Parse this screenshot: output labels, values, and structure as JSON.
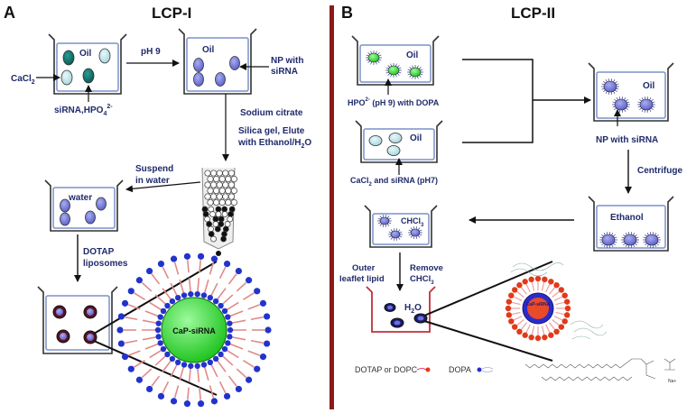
{
  "panels": {
    "left": {
      "letter": "A",
      "title": "LCP-I",
      "labels": {
        "oil_1": "Oil",
        "cacl2": "CaCl",
        "cacl2_sub": "2",
        "sirna_hpo4": "siRNA,HPO",
        "sirna_hpo4_sub": "4",
        "sirna_hpo4_sup": "2-",
        "ph9": "pH 9",
        "oil_2": "Oil",
        "np_with": "NP with",
        "sirna": "siRNA",
        "sodium_citrate": "Sodium citrate",
        "silica_1": "Silica gel, Elute",
        "silica_2": "with Ethanol/H",
        "silica_2_sub": "2",
        "silica_2_end": "O",
        "suspend_1": "Suspend",
        "suspend_2": "in  water",
        "water": "water",
        "dotap_1": "DOTAP",
        "dotap_2": "liposomes",
        "core": "CaP-siRNA"
      }
    },
    "right": {
      "letter": "B",
      "title": "LCP-II",
      "labels": {
        "oil_1": "Oil",
        "hpo4_dopa": "HPO",
        "hpo4_sub": "4",
        "hpo4_sup": "2-",
        "hpo4_rest": " (pH 9) with DOPA",
        "oil_2": "Oil",
        "cacl2_sirna": "CaCl",
        "cacl2_sub": "2",
        "cacl2_rest": " and siRNA (pH7)",
        "oil_3": "Oil",
        "np_with_sirna": "NP with siRNA",
        "centrifuge": "Centrifuge",
        "ethanol": "Ethanol",
        "chcl3": "CHCl",
        "chcl3_sub": "3",
        "outer_1": "Outer",
        "outer_2": "leaflet lipid",
        "remove_1": "Remove",
        "remove_2": "CHCl",
        "remove_sub": "3",
        "h2o": "H",
        "h2o_sub": "2",
        "h2o_end": "O",
        "core": "CaP-siRNA",
        "legend_dotap": "DOTAP or DOPC",
        "legend_dopa": "DOPA",
        "na": "Na+"
      }
    }
  },
  "colors": {
    "divider": "#8b1a1a",
    "particle_blue": "#7b7fd9",
    "particle_green": "#33dd33",
    "particle_teal": "#137a72",
    "particle_lightblue": "#bfe6ea",
    "core_green": "#33dd33",
    "lipid_red": "#e03a1a",
    "dopa_blue": "#2a2ad0"
  }
}
